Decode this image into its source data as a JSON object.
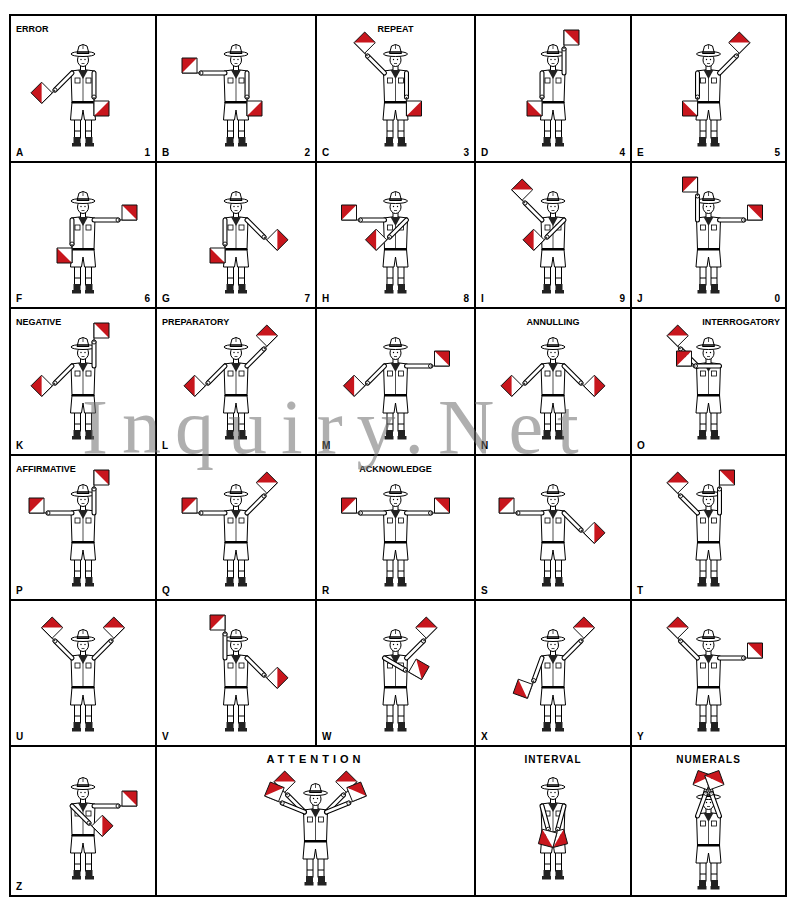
{
  "diagram": {
    "nodes": [
      {
        "text": [
          "ERROR",
          "A",
          "1"
        ]
      },
      {
        "text": [
          "B",
          "2"
        ]
      },
      {
        "text": [
          "REPEAT",
          "C",
          "3"
        ]
      },
      {
        "text": [
          "D",
          "4"
        ]
      },
      {
        "text": [
          "E",
          "5"
        ]
      },
      {
        "text": [
          "F",
          "6"
        ]
      },
      {
        "text": [
          "G",
          "7"
        ]
      },
      {
        "text": [
          "H",
          "8"
        ]
      },
      {
        "text": [
          "I",
          "9"
        ]
      },
      {
        "text": [
          "J",
          "0"
        ]
      },
      {
        "text": [
          "NEGATIVE",
          "K"
        ]
      },
      {
        "text": [
          "PREPARATORY",
          "L"
        ]
      },
      {
        "text": [
          "M"
        ]
      },
      {
        "text": [
          "ANNULLING",
          "N"
        ]
      },
      {
        "text": [
          "INTERROGATORY",
          "O"
        ]
      },
      {
        "text": [
          "AFFIRMATIVE",
          "P"
        ]
      },
      {
        "text": [
          "Q"
        ]
      },
      {
        "text": [
          "ACKNOWLEDGE",
          "R"
        ]
      },
      {
        "text": [
          "S"
        ]
      },
      {
        "text": [
          "T"
        ]
      },
      {
        "text": [
          "U"
        ]
      },
      {
        "text": [
          "V"
        ]
      },
      {
        "text": [
          "W"
        ]
      },
      {
        "text": [
          "X"
        ]
      },
      {
        "text": [
          "Y"
        ]
      },
      {
        "text": [
          "Z"
        ]
      },
      {
        "text": [
          "ATTENTION"
        ]
      },
      {
        "text": [
          "INTERVAL"
        ]
      },
      {
        "text": [
          "NUMERALS"
        ]
      }
    ],
    "labels": [
      "Inquiry.Net"
    ]
  }
}
